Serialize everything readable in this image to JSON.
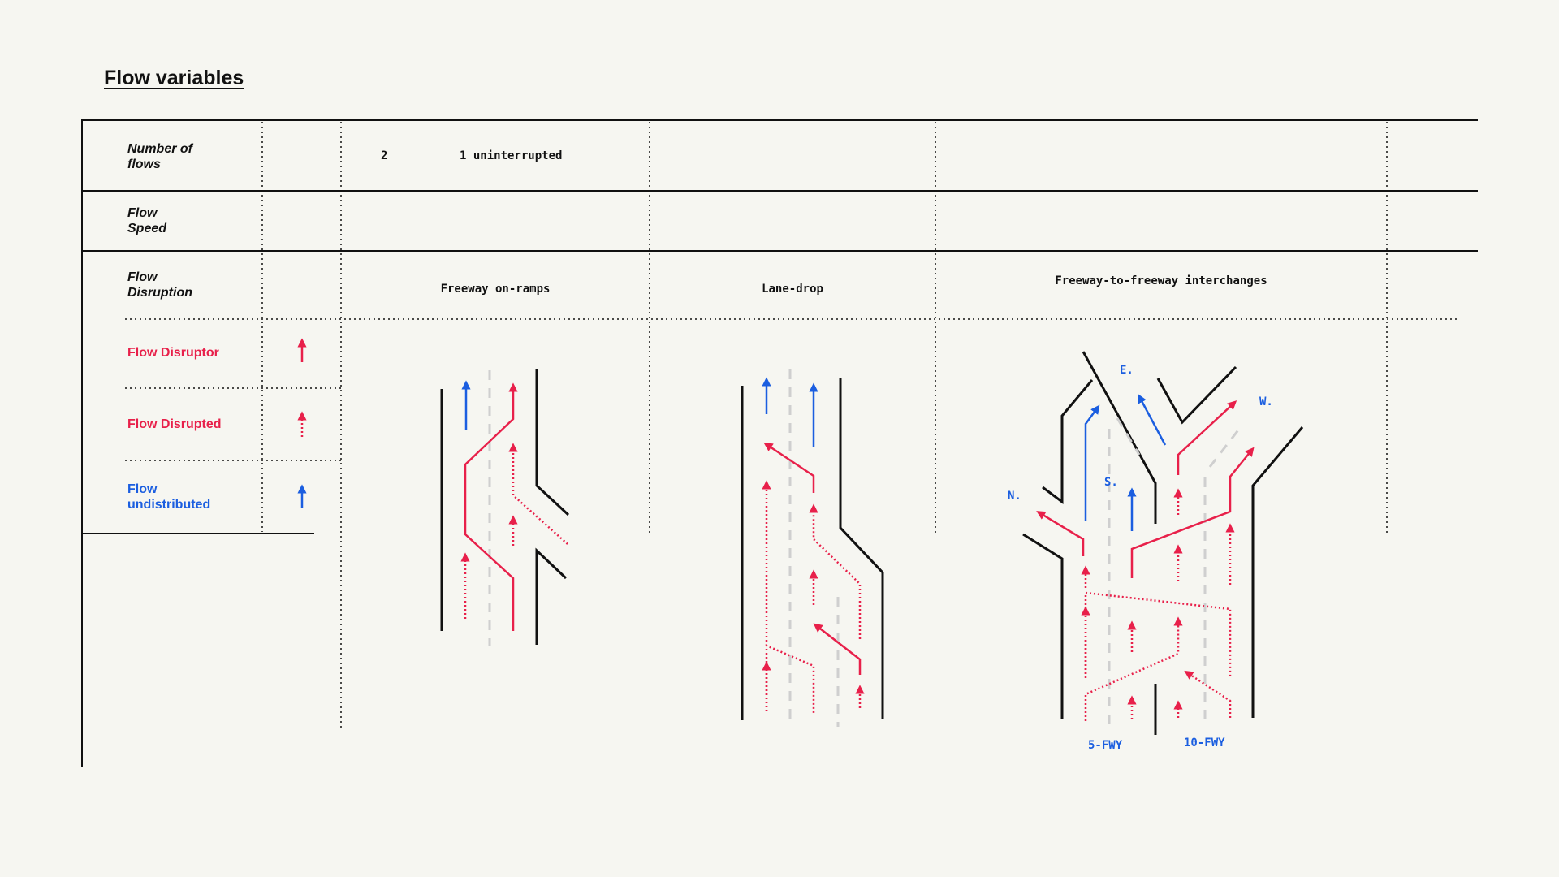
{
  "page": {
    "title": "Flow variables"
  },
  "rows": {
    "number_of_flows": {
      "label": "Number of\nflows",
      "value_count": "2",
      "value_desc": "1 uninterrupted"
    },
    "flow_speed": {
      "label": "Flow\nSpeed"
    },
    "flow_disruption": {
      "label": "Flow\nDisruption"
    }
  },
  "legend": [
    {
      "label": "Flow Disruptor",
      "color": "#e8204a",
      "style": "solid"
    },
    {
      "label": "Flow Disrupted",
      "color": "#e8204a",
      "style": "dotted"
    },
    {
      "label": "Flow\nundistributed",
      "color": "#1b5ee0",
      "style": "solid"
    }
  ],
  "columns": {
    "onramps": "Freeway on-ramps",
    "lanedrop": "Lane-drop",
    "interchange": "Freeway-to-freeway interchanges"
  },
  "interchange_labels": {
    "north": "N.",
    "east": "E.",
    "south": "S.",
    "west": "W.",
    "fwy5": "5-FWY",
    "fwy10": "10-FWY"
  },
  "colors": {
    "background": "#f6f6f1",
    "disruptor": "#e8204a",
    "undisrupted": "#1b5ee0",
    "road_edge": "#111111",
    "lane_divider": "#cfcfcf"
  }
}
